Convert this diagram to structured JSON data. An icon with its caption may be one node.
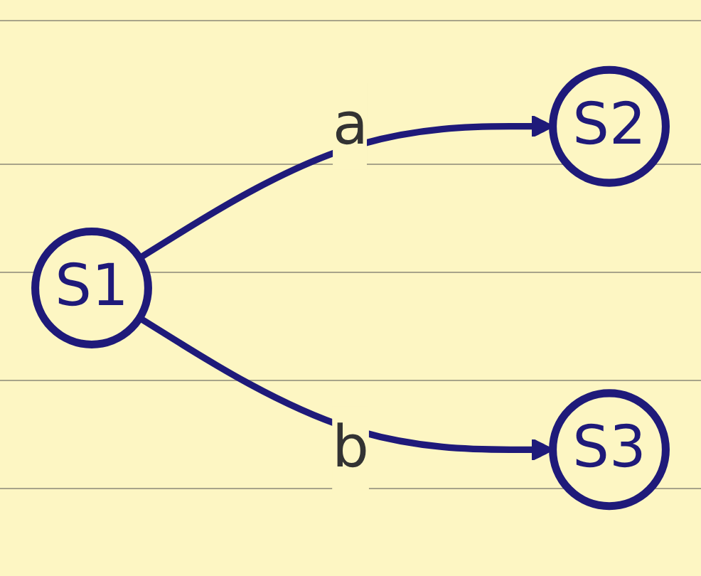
{
  "diagram": {
    "nodes": [
      {
        "text": [
          "S1"
        ]
      },
      {
        "text": [
          "S2"
        ]
      },
      {
        "text": [
          "S3"
        ]
      }
    ],
    "edges": [
      {
        "from": 0,
        "to": 1,
        "arrow": "to",
        "label": "a"
      },
      {
        "from": 0,
        "to": 2,
        "arrow": "to",
        "label": "b"
      }
    ]
  }
}
